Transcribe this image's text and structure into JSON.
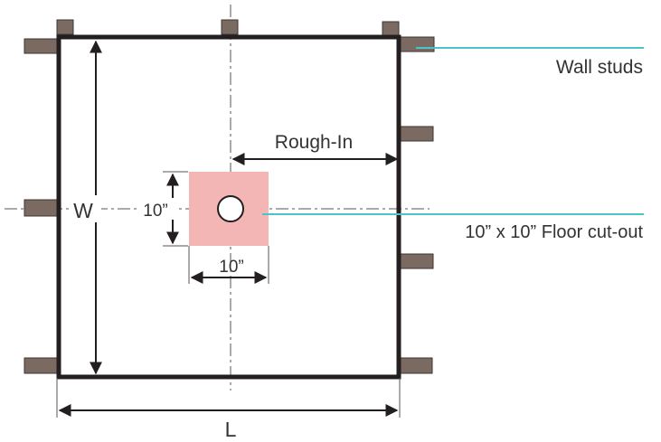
{
  "labels": {
    "wall_studs": "Wall studs",
    "rough_in": "Rough-In",
    "floor_cutout": "10” x 10” Floor cut-out",
    "width": "W",
    "length": "L",
    "cutout_height": "10”",
    "cutout_width": "10”"
  },
  "colors": {
    "outline": "#231f20",
    "stud": "#7a6a62",
    "cutout": "#f4b5b5",
    "leader": "#49c4c9",
    "centerline": "#555555"
  }
}
